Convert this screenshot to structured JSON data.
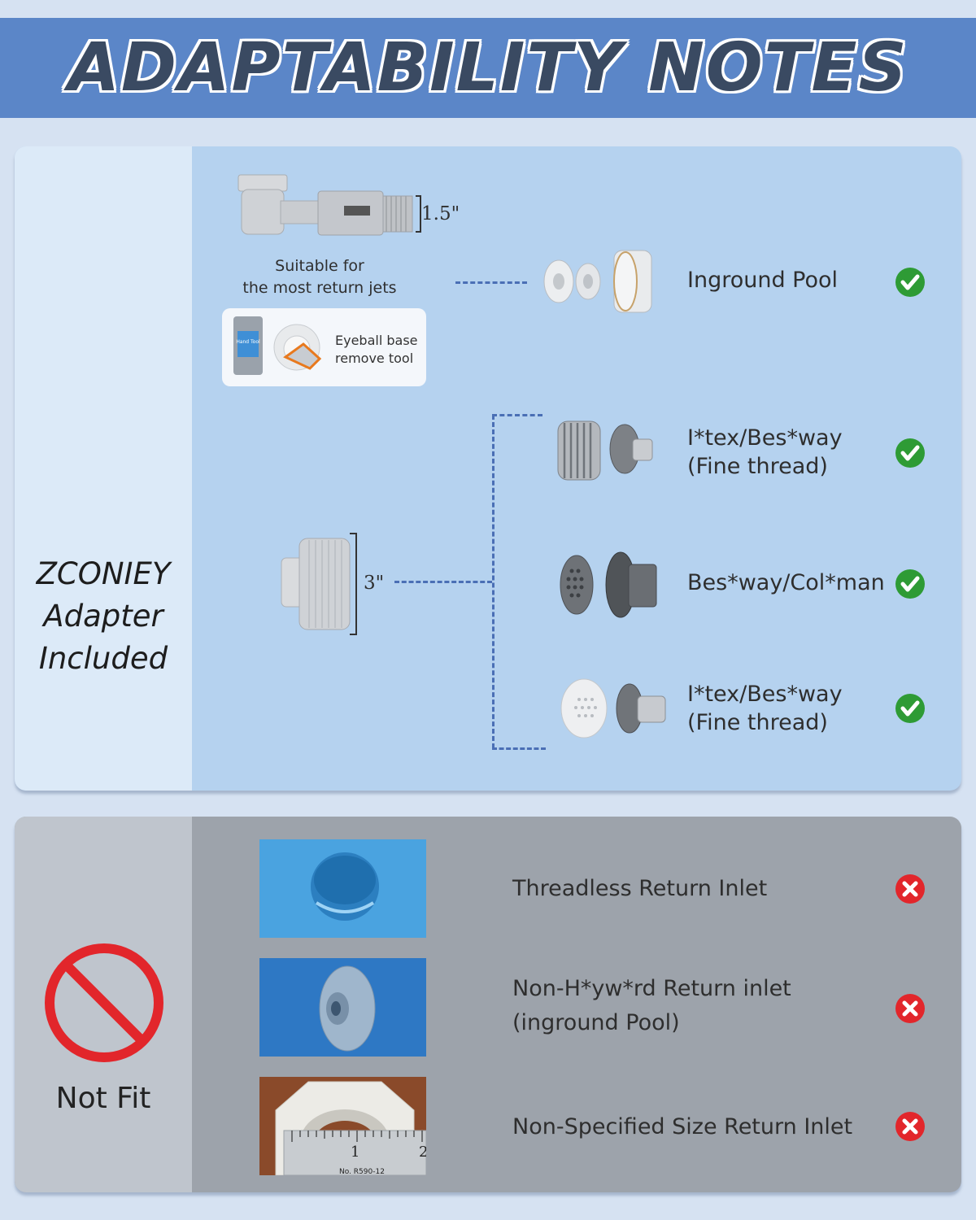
{
  "banner": {
    "title": "ADAPTABILITY NOTES"
  },
  "compatible": {
    "brand_lines": [
      "ZCONIEY",
      "Adapter",
      "Included"
    ],
    "adapter_small": {
      "size_label": "1.5\"",
      "caption_line1": "Suitable for",
      "caption_line2": "the most return jets"
    },
    "tool": {
      "line1": "Eyeball base",
      "line2": "remove tool",
      "card_text": "Hand Tool"
    },
    "adapter_large": {
      "size_label": "3\""
    },
    "options": [
      {
        "line1": "Inground Pool",
        "line2": "",
        "status": "check"
      },
      {
        "line1": "I*tex/Bes*way",
        "line2": "(Fine thread)",
        "status": "check"
      },
      {
        "line1": "Bes*way/Col*man",
        "line2": "",
        "status": "check"
      },
      {
        "line1": "I*tex/Bes*way",
        "line2": "(Fine thread)",
        "status": "check"
      }
    ]
  },
  "not_fit": {
    "label": "Not Fit",
    "icon": "prohibited-icon",
    "items": [
      {
        "line1": "Threadless Return Inlet",
        "line2": "",
        "status": "cross"
      },
      {
        "line1": "Non-H*yw*rd Return inlet",
        "line2": "(inground Pool)",
        "status": "cross"
      },
      {
        "line1": "Non-Specified Size Return Inlet",
        "line2": "",
        "status": "cross"
      }
    ],
    "ruler_text": {
      "digit1": "1",
      "digit2": "2",
      "part_no": "No. R590-12"
    }
  },
  "colors": {
    "check": "#2e9b35",
    "cross": "#e2262b",
    "accent": "#5b86c8",
    "dash": "#4a6fb5"
  }
}
